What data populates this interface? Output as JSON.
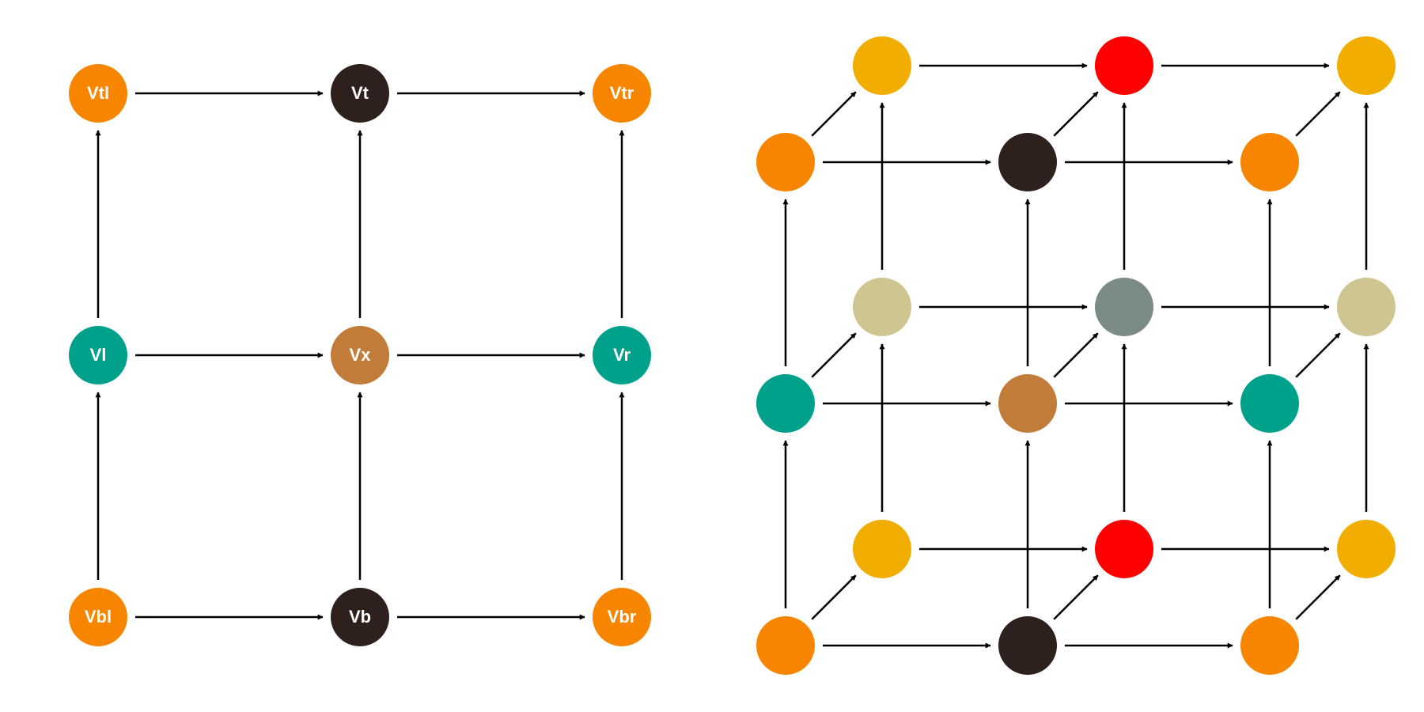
{
  "colors": {
    "orange": "#F78500",
    "dark": "#2D201D",
    "teal": "#00A18B",
    "copper": "#C27C3A",
    "yellow": "#F2AE00",
    "red": "#FF0000",
    "khaki": "#CFC590",
    "slate": "#7A8C84",
    "edge": "#000000"
  },
  "grid2d": {
    "nodes": [
      {
        "id": "tl",
        "label": "Vtl",
        "color": "orange"
      },
      {
        "id": "t",
        "label": "Vt",
        "color": "dark"
      },
      {
        "id": "tr",
        "label": "Vtr",
        "color": "orange"
      },
      {
        "id": "l",
        "label": "Vl",
        "color": "teal"
      },
      {
        "id": "x",
        "label": "Vx",
        "color": "copper"
      },
      {
        "id": "r",
        "label": "Vr",
        "color": "teal"
      },
      {
        "id": "bl",
        "label": "Vbl",
        "color": "orange"
      },
      {
        "id": "b",
        "label": "Vb",
        "color": "dark"
      },
      {
        "id": "br",
        "label": "Vbr",
        "color": "orange"
      }
    ],
    "edges": [
      [
        "tl",
        "t"
      ],
      [
        "t",
        "tr"
      ],
      [
        "l",
        "x"
      ],
      [
        "x",
        "r"
      ],
      [
        "bl",
        "b"
      ],
      [
        "b",
        "br"
      ],
      [
        "l",
        "tl"
      ],
      [
        "bl",
        "l"
      ],
      [
        "x",
        "t"
      ],
      [
        "b",
        "x"
      ],
      [
        "r",
        "tr"
      ],
      [
        "br",
        "r"
      ]
    ]
  },
  "grid3d": {
    "front": [
      [
        "orange",
        "dark",
        "orange"
      ],
      [
        "teal",
        "copper",
        "teal"
      ],
      [
        "orange",
        "dark",
        "orange"
      ]
    ],
    "back": [
      [
        "yellow",
        "red",
        "yellow"
      ],
      [
        "khaki",
        "slate",
        "khaki"
      ],
      [
        "yellow",
        "red",
        "yellow"
      ]
    ]
  }
}
